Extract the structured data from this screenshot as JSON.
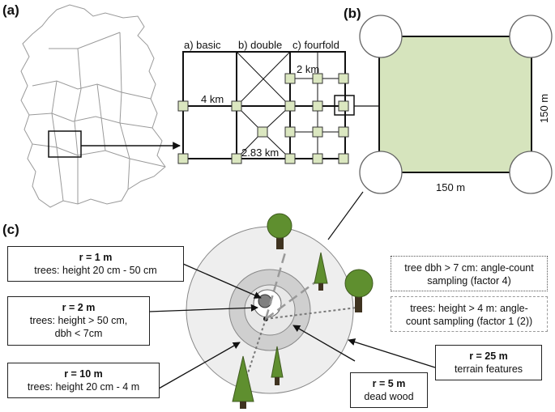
{
  "panels": {
    "a": "(a)",
    "b": "(b)",
    "c": "(c)"
  },
  "grid": {
    "labels": [
      "a) basic",
      "b) double",
      "c) fourfold"
    ],
    "dist_4km": "4 km",
    "dist_2km": "2 km",
    "dist_283km": "2.83 km"
  },
  "plot": {
    "side_bottom": "150 m",
    "side_right": "150 m"
  },
  "boxes": {
    "r1": {
      "title": "r = 1 m",
      "text": "trees: height 20 cm - 50 cm"
    },
    "r2": {
      "title": "r = 2 m",
      "line1": "trees: height > 50 cm,",
      "line2": "dbh < 7cm"
    },
    "r10": {
      "title": "r = 10 m",
      "text": "trees:  height 20 cm - 4 m"
    },
    "r5": {
      "title": "r = 5 m",
      "text": "dead wood"
    },
    "r25": {
      "title": "r = 25 m",
      "text": "terrain features"
    }
  },
  "notes": {
    "dbh": {
      "line1": "tree dbh > 7 cm:  angle-count",
      "line2": "sampling (factor 4)"
    },
    "height": {
      "line1": "trees: height > 4 m: angle-",
      "line2": "count sampling (factor 1 (2))"
    }
  },
  "colors": {
    "plot_fill": "#d6e4bd",
    "grid_point": "#dbe7c0",
    "tree_green": "#5f8f2f",
    "trunk": "#3f3320",
    "ring_outer": "#eeeeee",
    "ring_mid": "#cfcfcf",
    "ring_inner": "#ffffff"
  }
}
